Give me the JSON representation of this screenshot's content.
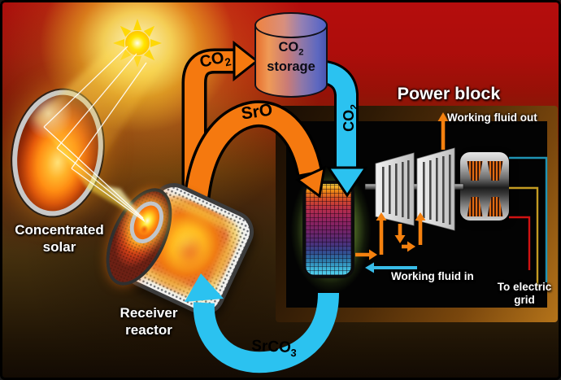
{
  "labels": {
    "concentrated_solar": {
      "line1": "Concentrated",
      "line2": "solar"
    },
    "receiver_reactor": {
      "line1": "Receiver",
      "line2": "reactor"
    },
    "co2_storage": {
      "base": "CO",
      "sub": "2",
      "line2": "storage"
    },
    "power_block_title": "Power block",
    "working_fluid_out": "Working fluid out",
    "working_fluid_in": "Working fluid in",
    "to_electric_grid": {
      "line1": "To electric",
      "line2": "grid"
    }
  },
  "flows": {
    "co2_to_storage": {
      "base": "CO",
      "sub": "2"
    },
    "sro_to_carbonator": {
      "base": "SrO",
      "sub": ""
    },
    "co2_to_carbonator": {
      "base": "CO",
      "sub": "2"
    },
    "srco3_to_receiver": {
      "base": "SrCO",
      "sub": "3"
    }
  },
  "colors": {
    "hot_stream_orange": "#f5790f",
    "cold_stream_cyan": "#2bc2f0",
    "background_red": "#b50d0d",
    "background_brown": "#33230a",
    "panel_frame_brown": "#7a470d",
    "panel_black": "#030303",
    "column_glow_green": "#7fa43c",
    "wire_teal": "#1f93b4",
    "wire_yellow": "#c39b22",
    "wire_red": "#cf1212",
    "sun_yellow": "#ffe600"
  }
}
